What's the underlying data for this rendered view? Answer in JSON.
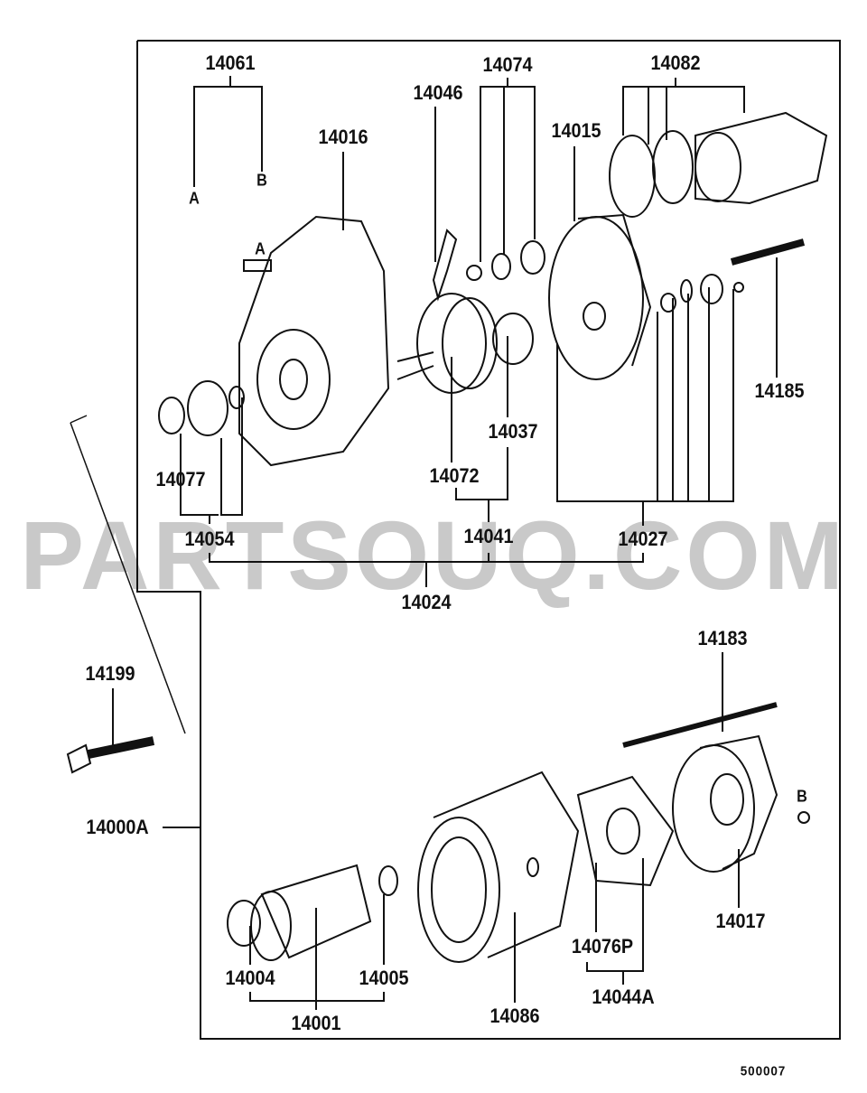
{
  "watermark": "PARTSOUQ.COM",
  "diagram_code": "500007",
  "labels": {
    "p14061": "14061",
    "refA1": "A",
    "refB1": "B",
    "p14016": "14016",
    "refA2": "A",
    "p14046": "14046",
    "p14074": "14074",
    "p14082": "14082",
    "p14015": "14015",
    "p14185": "14185",
    "p14037": "14037",
    "p14072": "14072",
    "p14077": "14077",
    "p14054": "14054",
    "p14041": "14041",
    "p14027": "14027",
    "p14024": "14024",
    "p14183": "14183",
    "p14199": "14199",
    "p14000A": "14000A",
    "refB2": "B",
    "p14017": "14017",
    "p14076P": "14076P",
    "p14044A": "14044A",
    "p14004": "14004",
    "p14005": "14005",
    "p14001": "14001",
    "p14086": "14086"
  }
}
